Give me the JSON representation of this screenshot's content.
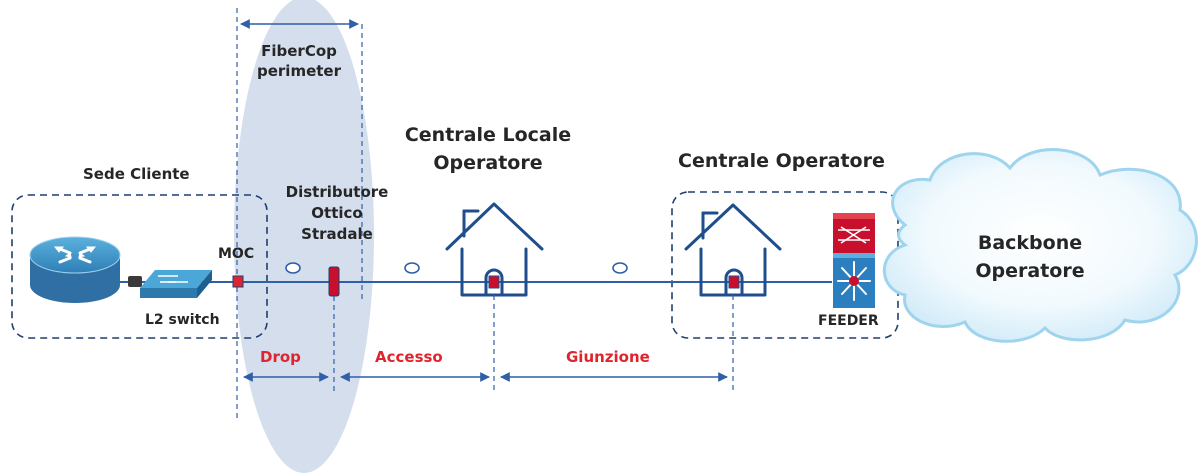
{
  "perimeter": {
    "line1": "FiberCop",
    "line2": "perimeter"
  },
  "sede_cliente": {
    "title": "Sede Cliente",
    "switch_label": "L2 switch"
  },
  "moc": {
    "label": "MOC"
  },
  "distributore": {
    "line1": "Distributore",
    "line2": "Ottico",
    "line3": "Stradale"
  },
  "centrale_locale": {
    "line1": "Centrale Locale",
    "line2": "Operatore"
  },
  "centrale_operatore": {
    "title": "Centrale Operatore",
    "feeder_label": "FEEDER"
  },
  "backbone": {
    "line1": "Backbone",
    "line2": "Operatore"
  },
  "segments": {
    "drop": "Drop",
    "accesso": "Accesso",
    "giunzione": "Giunzione"
  },
  "colors": {
    "line_blue": "#2f5fa8",
    "house_blue": "#1f4e8c",
    "accent_red": "#e0242e",
    "device_red": "#c8102e",
    "perimeter_fill": "#cdd8ea",
    "cloud_fill": "#dcf0fb",
    "cloud_stroke": "#9fd4ee",
    "router_blue": "#3f93c6",
    "text_dark": "#262626"
  },
  "icons": [
    "router-icon",
    "l2-switch-icon",
    "house-icon",
    "feeder-switch-icon",
    "cloud-icon"
  ]
}
